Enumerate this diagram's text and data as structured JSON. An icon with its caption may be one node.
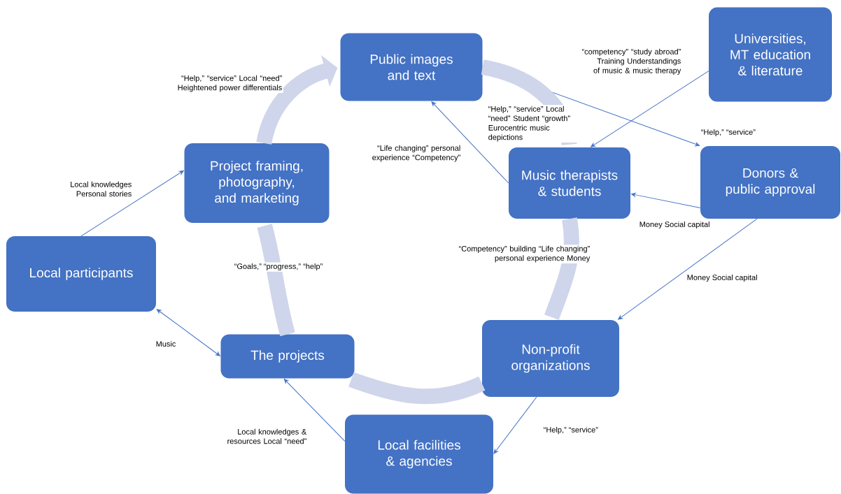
{
  "diagram": {
    "nodes": [
      {
        "text": [
          "Public images and text"
        ]
      },
      {
        "text": [
          "Universities, MT education & literature"
        ]
      },
      {
        "text": [
          "Project framing, photography, and marketing"
        ]
      },
      {
        "text": [
          "Music therapists & students"
        ]
      },
      {
        "text": [
          "Donors & public approval"
        ]
      },
      {
        "text": [
          "Local participants"
        ]
      },
      {
        "text": [
          "The projects"
        ]
      },
      {
        "text": [
          "Non-profit organizations"
        ]
      },
      {
        "text": [
          "Local facilities & agencies"
        ]
      }
    ],
    "edges": [
      {
        "from": 0,
        "to": 4,
        "arrow": "to",
        "label": "“Help,” “service”"
      },
      {
        "from": 1,
        "to": 3,
        "arrow": "to",
        "label": "“competency” “study abroad” Training Understandings of music & music therapy"
      },
      {
        "from": 3,
        "to": 0,
        "arrow": "to",
        "label": "“Life changing” personal experience “Competency”"
      },
      {
        "from": 4,
        "to": 3,
        "arrow": "to",
        "label": "Money Social capital"
      },
      {
        "from": 4,
        "to": 7,
        "arrow": "to",
        "label": "Money Social capital"
      },
      {
        "from": 5,
        "to": 2,
        "arrow": "to",
        "label": "Local knowledges Personal stories"
      },
      {
        "from": 5,
        "to": 6,
        "arrow": "both",
        "label": "Music"
      },
      {
        "from": 7,
        "to": 8,
        "arrow": "to",
        "label": "“Help,” “service”"
      },
      {
        "from": 8,
        "to": 6,
        "arrow": "to",
        "label": "Local knowledges & resources Local “need”"
      },
      {
        "from": 6,
        "to": 2,
        "arrow": "none",
        "label": "“Goals,” “progress,” “help”",
        "style": "thick",
        "color": "#cfd5ea"
      },
      {
        "from": 2,
        "to": 0,
        "arrow": "to",
        "label": "“Help,” “service” Local “need” Heightened power differentials",
        "style": "thick",
        "color": "#cfd5ea"
      },
      {
        "from": 0,
        "to": 3,
        "arrow": "none",
        "label": "“Help,” “service” Local “need” Student “growth” Eurocentric music depictions",
        "style": "thick",
        "color": "#cfd5ea"
      },
      {
        "from": 3,
        "to": 7,
        "arrow": "none",
        "label": "“Competency” building “Life changing” personal experience Money",
        "style": "thick",
        "color": "#cfd5ea"
      },
      {
        "from": 7,
        "to": 6,
        "arrow": "none",
        "style": "thick",
        "color": "#cfd5ea"
      }
    ]
  }
}
